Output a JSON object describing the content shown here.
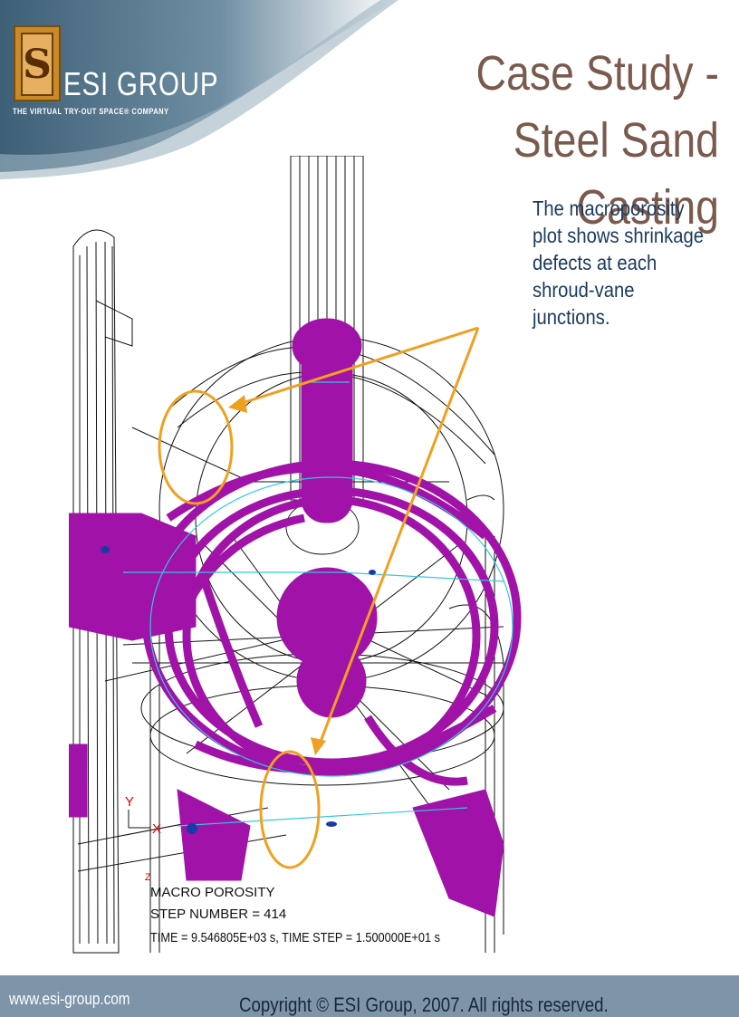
{
  "header": {
    "logo_letter": "S",
    "logo_name": "ESI GROUP",
    "logo_tagline": "THE VIRTUAL TRY-OUT SPACE® COMPANY",
    "title": "Case Study - Steel Sand Casting"
  },
  "caption": "The macroporosity plot shows shrinkage defects at each shroud-vane junctions.",
  "simulation": {
    "axis_y": "Y",
    "axis_x": "X",
    "axis_z": "Z",
    "result_lines": [
      "MACRO POROSITY",
      "STEP NUMBER = 414",
      "TIME = 9.546805E+03 s,  TIME STEP = 1.500000E+01 s"
    ]
  },
  "colors": {
    "porosity": "#a012a8",
    "highlight": "#f0a020",
    "title": "#7b5a4e",
    "caption": "#1a3a5c",
    "footer_bar": "#7e94a8",
    "mesh_edge": "#33c8e0"
  },
  "footer": {
    "url": "www.esi-group.com",
    "copyright": "Copyright © ESI Group, 2007. All rights reserved."
  }
}
